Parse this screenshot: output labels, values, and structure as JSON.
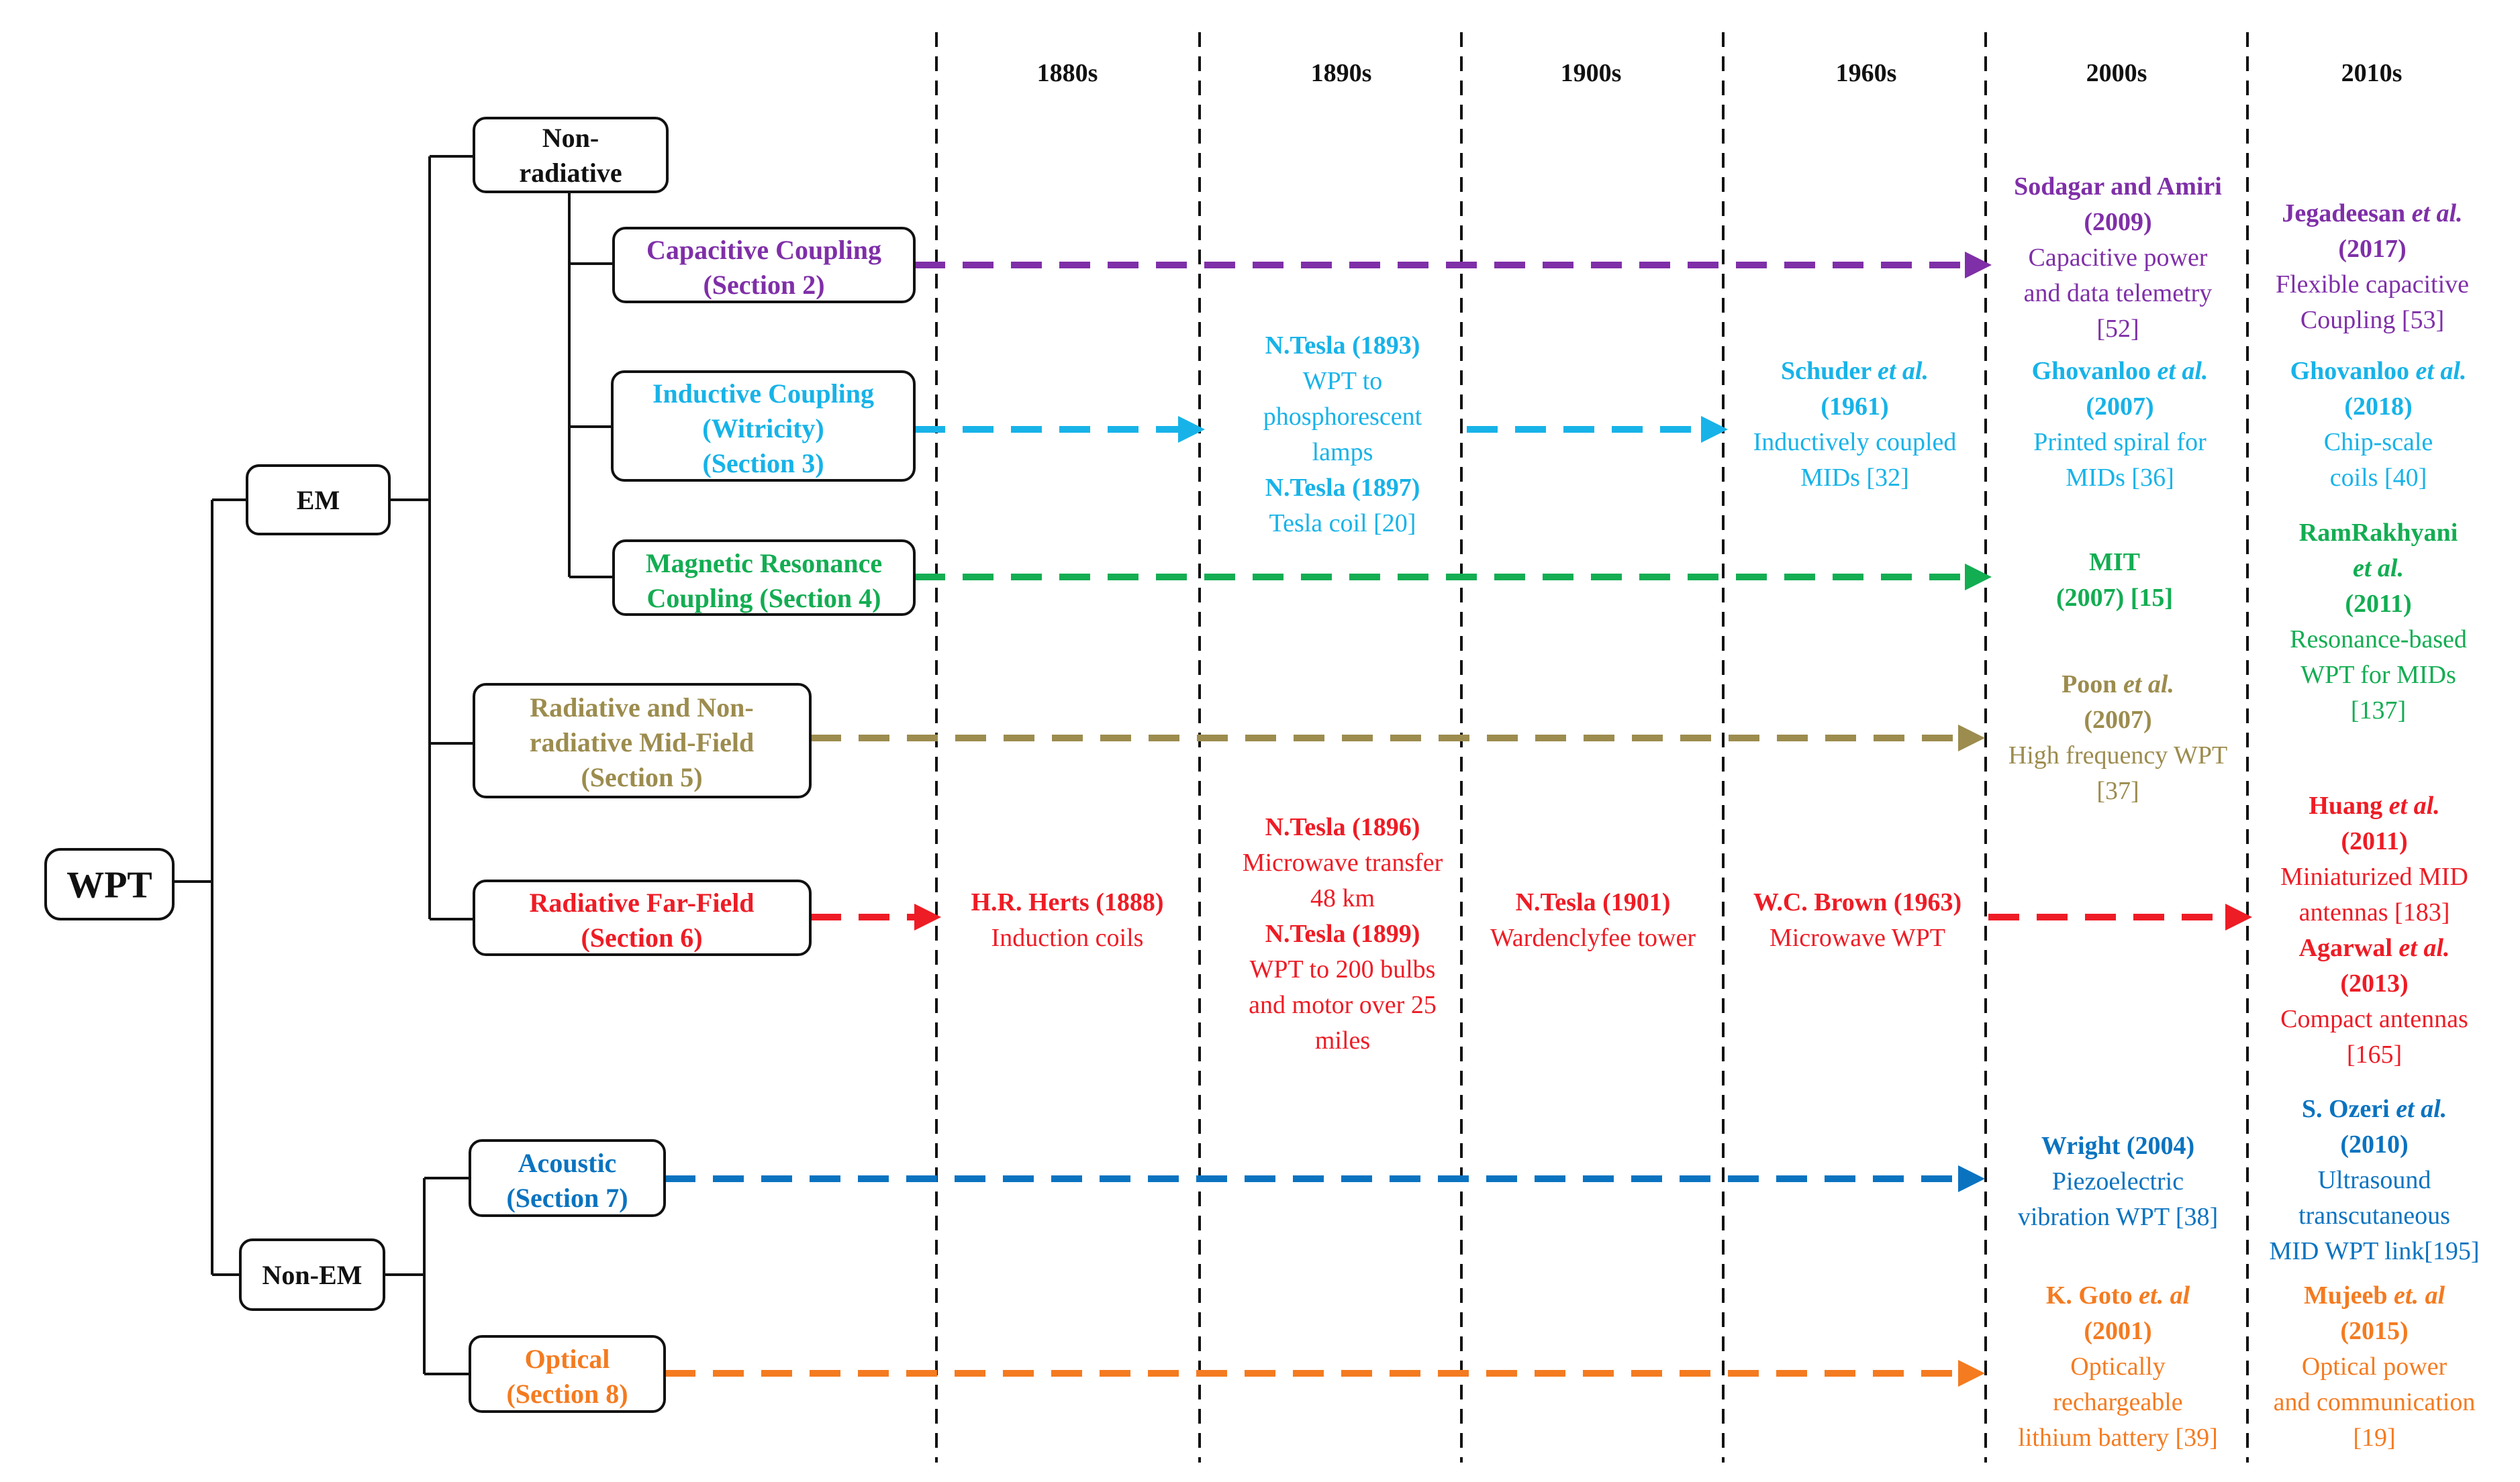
{
  "colors": {
    "black": "#111111",
    "capacitive": "#7f2fa8",
    "inductive": "#17b3e8",
    "magnetic": "#13ad52",
    "midfield": "#9c8c4e",
    "farfield": "#ee1c25",
    "acoustic": "#0a73c0",
    "optical": "#f47b20"
  },
  "eras": [
    {
      "id": "1880s",
      "label": "1880s"
    },
    {
      "id": "1890s",
      "label": "1890s"
    },
    {
      "id": "1900s",
      "label": "1900s"
    },
    {
      "id": "1960s",
      "label": "1960s"
    },
    {
      "id": "2000s",
      "label": "2000s"
    },
    {
      "id": "2010s",
      "label": "2010s"
    }
  ],
  "tree": {
    "root": {
      "id": "wpt",
      "lines": [
        "WPT"
      ]
    },
    "branches": [
      {
        "id": "em",
        "lines": [
          "EM"
        ]
      },
      {
        "id": "non-em",
        "lines": [
          "Non-EM"
        ]
      },
      {
        "id": "non-radiative",
        "lines": [
          "Non-",
          "radiative"
        ]
      }
    ],
    "categories": [
      {
        "id": "capacitive",
        "color": "capacitive",
        "lines": [
          "Capacitive Coupling",
          "(Section 2)"
        ]
      },
      {
        "id": "inductive",
        "color": "inductive",
        "lines": [
          "Inductive Coupling",
          "(Witricity)",
          "(Section 3)"
        ]
      },
      {
        "id": "magnetic",
        "color": "magnetic",
        "lines": [
          "Magnetic Resonance",
          "Coupling (Section 4)"
        ]
      },
      {
        "id": "midfield",
        "color": "midfield",
        "lines": [
          "Radiative and Non-",
          "radiative Mid-Field",
          "(Section 5)"
        ]
      },
      {
        "id": "farfield",
        "color": "farfield",
        "lines": [
          "Radiative Far-Field",
          "(Section 6)"
        ]
      },
      {
        "id": "acoustic",
        "color": "acoustic",
        "lines": [
          "Acoustic",
          "(Section 7)"
        ]
      },
      {
        "id": "optical",
        "color": "optical",
        "lines": [
          "Optical",
          "(Section 8)"
        ]
      }
    ]
  },
  "milestones": [
    {
      "id": "sodagar-2009",
      "color": "capacitive",
      "lines": [
        [
          {
            "t": "Sodagar and Amiri",
            "b": 1
          }
        ],
        [
          {
            "t": "(2009)",
            "b": 1
          }
        ],
        [
          {
            "t": "Capacitive power"
          }
        ],
        [
          {
            "t": "and data telemetry"
          }
        ],
        [
          {
            "t": "[52]"
          }
        ]
      ]
    },
    {
      "id": "jegadeesan-2017",
      "color": "capacitive",
      "lines": [
        [
          {
            "t": "Jegadeesan ",
            "b": 1
          },
          {
            "t": "et al.",
            "b": 1,
            "i": 1
          }
        ],
        [
          {
            "t": "(2017)",
            "b": 1
          }
        ],
        [
          {
            "t": "Flexible capacitive"
          }
        ],
        [
          {
            "t": "Coupling [53]"
          }
        ]
      ]
    },
    {
      "id": "tesla-1893-1897",
      "color": "inductive",
      "lines": [
        [
          {
            "t": "N.Tesla (1893)",
            "b": 1
          }
        ],
        [
          {
            "t": "WPT to"
          }
        ],
        [
          {
            "t": "phosphorescent"
          }
        ],
        [
          {
            "t": "lamps"
          }
        ],
        [
          {
            "t": "N.Tesla (1897)",
            "b": 1
          }
        ],
        [
          {
            "t": "Tesla coil [20]"
          }
        ]
      ]
    },
    {
      "id": "schuder-1961",
      "color": "inductive",
      "lines": [
        [
          {
            "t": "Schuder ",
            "b": 1
          },
          {
            "t": "et al.",
            "b": 1,
            "i": 1
          }
        ],
        [
          {
            "t": "(1961)",
            "b": 1
          }
        ],
        [
          {
            "t": "Inductively coupled"
          }
        ],
        [
          {
            "t": "MIDs [32]"
          }
        ]
      ]
    },
    {
      "id": "ghovanloo-2007",
      "color": "inductive",
      "lines": [
        [
          {
            "t": "Ghovanloo ",
            "b": 1
          },
          {
            "t": "et al.",
            "b": 1,
            "i": 1
          }
        ],
        [
          {
            "t": "(2007)",
            "b": 1
          }
        ],
        [
          {
            "t": "Printed spiral for"
          }
        ],
        [
          {
            "t": "MIDs [36]"
          }
        ]
      ]
    },
    {
      "id": "ghovanloo-2018",
      "color": "inductive",
      "lines": [
        [
          {
            "t": "Ghovanloo ",
            "b": 1
          },
          {
            "t": "et al.",
            "b": 1,
            "i": 1
          }
        ],
        [
          {
            "t": "(2018)",
            "b": 1
          }
        ],
        [
          {
            "t": "Chip-scale"
          }
        ],
        [
          {
            "t": "coils [40]"
          }
        ]
      ]
    },
    {
      "id": "mit-2007",
      "color": "magnetic",
      "lines": [
        [
          {
            "t": "MIT",
            "b": 1
          }
        ],
        [
          {
            "t": "(2007) [15]",
            "b": 1
          }
        ]
      ]
    },
    {
      "id": "ramrakhyani-2011",
      "color": "magnetic",
      "lines": [
        [
          {
            "t": "RamRakhyani",
            "b": 1
          }
        ],
        [
          {
            "t": "et al.",
            "b": 1,
            "i": 1
          }
        ],
        [
          {
            "t": "(2011)",
            "b": 1
          }
        ],
        [
          {
            "t": "Resonance-based"
          }
        ],
        [
          {
            "t": "WPT for MIDs"
          }
        ],
        [
          {
            "t": "[137]"
          }
        ]
      ]
    },
    {
      "id": "poon-2007",
      "color": "midfield",
      "lines": [
        [
          {
            "t": "Poon ",
            "b": 1
          },
          {
            "t": "et al.",
            "b": 1,
            "i": 1
          }
        ],
        [
          {
            "t": "(2007)",
            "b": 1
          }
        ],
        [
          {
            "t": "High frequency WPT"
          }
        ],
        [
          {
            "t": "[37]"
          }
        ]
      ]
    },
    {
      "id": "herts-1888",
      "color": "farfield",
      "lines": [
        [
          {
            "t": "H.R. Herts (1888)",
            "b": 1
          }
        ],
        [
          {
            "t": "Induction coils"
          }
        ]
      ]
    },
    {
      "id": "tesla-1896-1899",
      "color": "farfield",
      "lines": [
        [
          {
            "t": "N.Tesla (1896)",
            "b": 1
          }
        ],
        [
          {
            "t": "Microwave transfer"
          }
        ],
        [
          {
            "t": "48 km"
          }
        ],
        [
          {
            "t": "N.Tesla (1899)",
            "b": 1
          }
        ],
        [
          {
            "t": "WPT to 200 bulbs"
          }
        ],
        [
          {
            "t": "and motor over 25"
          }
        ],
        [
          {
            "t": "miles"
          }
        ]
      ]
    },
    {
      "id": "tesla-1901",
      "color": "farfield",
      "lines": [
        [
          {
            "t": "N.Tesla (1901)",
            "b": 1
          }
        ],
        [
          {
            "t": "Wardenclyfee tower"
          }
        ]
      ]
    },
    {
      "id": "brown-1963",
      "color": "farfield",
      "lines": [
        [
          {
            "t": "W.C. Brown (1963)",
            "b": 1
          }
        ],
        [
          {
            "t": "Microwave WPT"
          }
        ]
      ]
    },
    {
      "id": "huang-agarwal",
      "color": "farfield",
      "lines": [
        [
          {
            "t": "Huang ",
            "b": 1
          },
          {
            "t": "et al.",
            "b": 1,
            "i": 1
          }
        ],
        [
          {
            "t": "(2011)",
            "b": 1
          }
        ],
        [
          {
            "t": "Miniaturized MID"
          }
        ],
        [
          {
            "t": "antennas [183]"
          }
        ],
        [
          {
            "t": "Agarwal ",
            "b": 1
          },
          {
            "t": "et al.",
            "b": 1,
            "i": 1
          }
        ],
        [
          {
            "t": "(2013)",
            "b": 1
          }
        ],
        [
          {
            "t": "Compact antennas"
          }
        ],
        [
          {
            "t": "[165]"
          }
        ]
      ]
    },
    {
      "id": "wright-2004",
      "color": "acoustic",
      "lines": [
        [
          {
            "t": "Wright (2004)",
            "b": 1
          }
        ],
        [
          {
            "t": "Piezoelectric"
          }
        ],
        [
          {
            "t": "vibration WPT [38]"
          }
        ]
      ]
    },
    {
      "id": "ozeri-2010",
      "color": "acoustic",
      "lines": [
        [
          {
            "t": "S. Ozeri ",
            "b": 1
          },
          {
            "t": "et al.",
            "b": 1,
            "i": 1
          }
        ],
        [
          {
            "t": "(2010)",
            "b": 1
          }
        ],
        [
          {
            "t": "Ultrasound"
          }
        ],
        [
          {
            "t": "transcutaneous"
          }
        ],
        [
          {
            "t": "MID WPT link[195]"
          }
        ]
      ]
    },
    {
      "id": "goto-2001",
      "color": "optical",
      "lines": [
        [
          {
            "t": "K. Goto ",
            "b": 1
          },
          {
            "t": "et. al",
            "b": 1,
            "i": 1
          }
        ],
        [
          {
            "t": "(2001)",
            "b": 1
          }
        ],
        [
          {
            "t": "Optically"
          }
        ],
        [
          {
            "t": "rechargeable"
          }
        ],
        [
          {
            "t": "lithium battery [39]"
          }
        ]
      ]
    },
    {
      "id": "mujeeb-2015",
      "color": "optical",
      "lines": [
        [
          {
            "t": "Mujeeb ",
            "b": 1
          },
          {
            "t": "et. al",
            "b": 1,
            "i": 1
          }
        ],
        [
          {
            "t": "(2015)",
            "b": 1
          }
        ],
        [
          {
            "t": "Optical power"
          }
        ],
        [
          {
            "t": "and communication"
          }
        ],
        [
          {
            "t": "[19]"
          }
        ]
      ]
    }
  ]
}
